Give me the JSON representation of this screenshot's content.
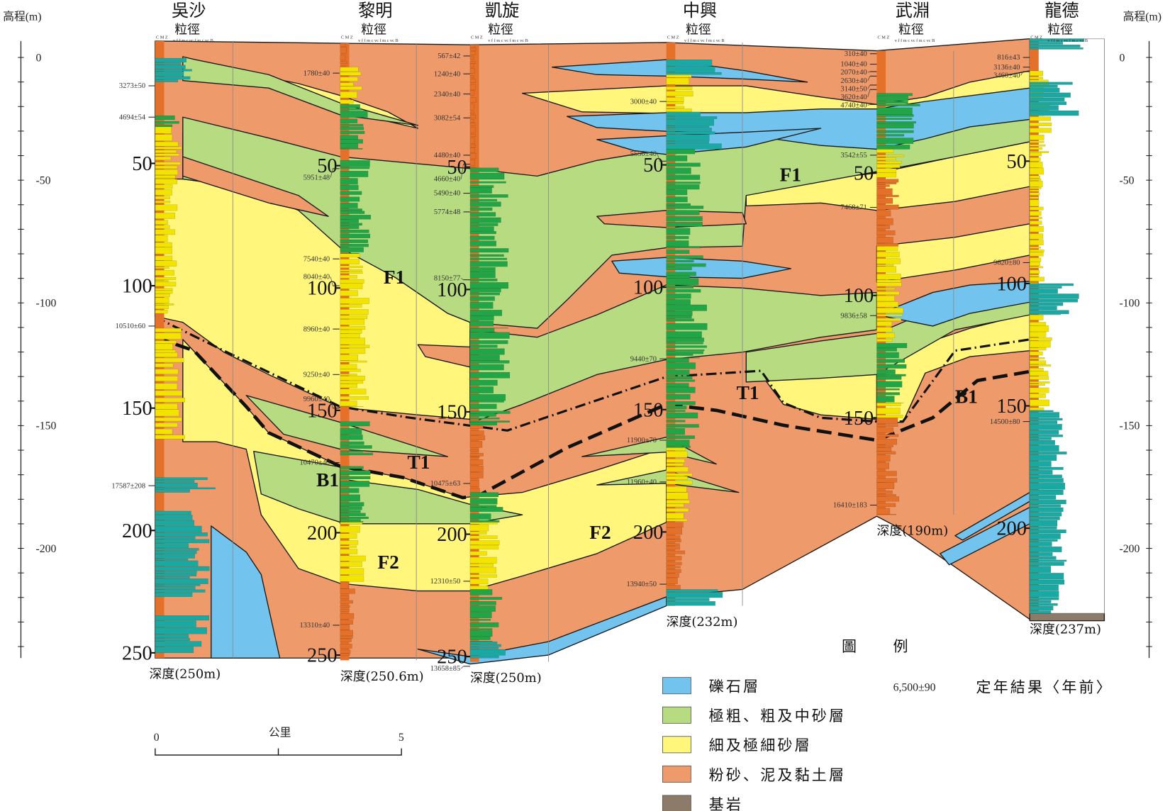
{
  "colors": {
    "gravel": "#72C4EF",
    "coarse_sand": "#B6DB80",
    "fine_sand": "#FFF67B",
    "mud": "#EF9A6B",
    "bedrock": "#8D7B69",
    "strip_mud": "#E4702A",
    "strip_fine": "#F2E400",
    "strip_coarse": "#22A546",
    "strip_gravel": "#1AA8A2"
  },
  "elevation_axis": {
    "title": "高程(m)",
    "labels": [
      "0",
      "-50",
      "-100",
      "-150",
      "-200"
    ]
  },
  "header": {
    "grain_label": "粒徑",
    "scale_codes": "C M Z",
    "grain_codes": "v f f m c vc f m c vc B"
  },
  "columns": [
    {
      "name": "吳沙",
      "depth_labels": [
        "50",
        "100",
        "150",
        "200",
        "250"
      ],
      "bottom_label": "深度(250m)",
      "ages": [
        "3273±50",
        "4694±54",
        "10510±60",
        "17587±208"
      ]
    },
    {
      "name": "黎明",
      "depth_labels": [
        "50",
        "100",
        "150",
        "200",
        "250"
      ],
      "bottom_label": "深度(250.6m)",
      "ages": [
        "1780±40",
        "5951±48",
        "7540±40",
        "8040±40",
        "8960±40",
        "9250±40",
        "9960±40",
        "10470±40",
        "13310±40"
      ]
    },
    {
      "name": "凱旋",
      "depth_labels": [
        "50",
        "100",
        "150",
        "200",
        "250"
      ],
      "bottom_label": "深度(250m)",
      "ages": [
        "567±42",
        "1240±40",
        "2340±40",
        "3082±54",
        "4480±40",
        "4660±40",
        "5490±40",
        "5774±48",
        "8150±77",
        "10475±63",
        "12310±50",
        "13658±85"
      ]
    },
    {
      "name": "中興",
      "depth_labels": [
        "50",
        "100",
        "150",
        "200"
      ],
      "bottom_label": "深度(232m)",
      "ages": [
        "3000±40",
        "5550±40",
        "9440±70",
        "11900±70",
        "11960±40",
        "13940±50"
      ]
    },
    {
      "name": "武淵",
      "depth_labels": [
        "50",
        "100",
        "150"
      ],
      "bottom_label": "深度(190m)",
      "ages": [
        "310±40",
        "1040±40",
        "2070±40",
        "2630±40",
        "3140±50",
        "3620±40",
        "4740±40",
        "3542±55",
        "7468±71",
        "9836±58",
        "16410±183"
      ]
    },
    {
      "name": "龍德",
      "depth_labels": [
        "50",
        "100",
        "150",
        "200"
      ],
      "bottom_label": "深度(237m)",
      "ages": [
        "816±43",
        "3136±40",
        "3460±40",
        "9620±80",
        "14500±80"
      ]
    }
  ],
  "units": {
    "F1": "F1",
    "T1": "T1",
    "B1": "B1",
    "F2": "F2"
  },
  "scale_bar": {
    "start": "0",
    "unit": "公里",
    "end": "5"
  },
  "legend": {
    "title": "圖　　例",
    "items": [
      {
        "label": "礫石層",
        "color_key": "gravel"
      },
      {
        "label": "極粗、粗及中砂層",
        "color_key": "coarse_sand"
      },
      {
        "label": "細及極細砂層",
        "color_key": "fine_sand"
      },
      {
        "label": "粉砂、泥及黏土層",
        "color_key": "mud"
      },
      {
        "label": "基岩",
        "color_key": "bedrock"
      }
    ],
    "age_example": "6,500±90",
    "age_caption": "定年結果〈年前〉"
  }
}
